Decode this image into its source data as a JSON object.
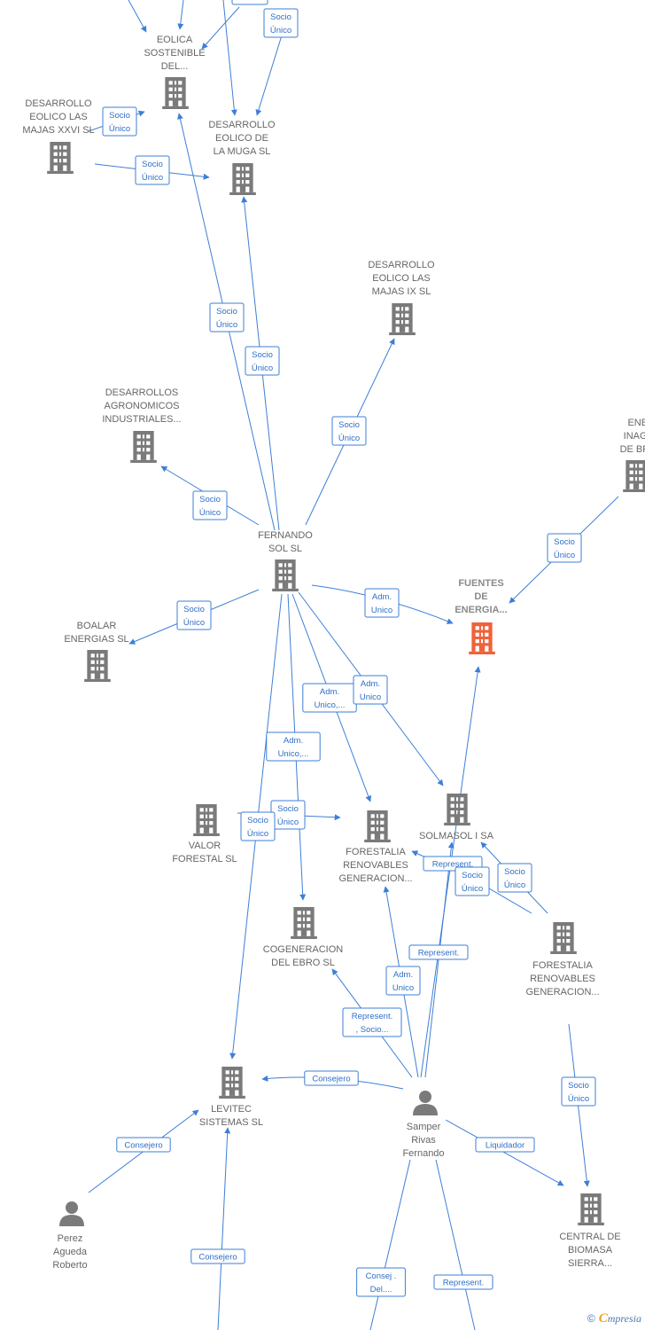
{
  "colors": {
    "edge": "#3d7fd6",
    "building": "#7a7a7a",
    "focus_building": "#f0623a",
    "person": "#7a7a7a"
  },
  "nodes": [
    {
      "id": "eolica-sostenible",
      "type": "company",
      "icon": "building-icon",
      "label_lines": [
        "EOLICA",
        "SOSTENIBLE",
        "DEL..."
      ]
    },
    {
      "id": "desarrollo-eolico-majas-xxvi",
      "type": "company",
      "icon": "building-icon",
      "label_lines": [
        "DESARROLLO",
        "EOLICO LAS",
        "MAJAS XXVI  SL"
      ]
    },
    {
      "id": "desarrollo-eolico-muga",
      "type": "company",
      "icon": "building-icon",
      "label_lines": [
        "DESARROLLO",
        "EOLICO DE",
        "LA MUGA SL"
      ]
    },
    {
      "id": "desarrollo-eolico-majas-ix",
      "type": "company",
      "icon": "building-icon",
      "label_lines": [
        "DESARROLLO",
        "EOLICO LAS",
        "MAJAS IX  SL"
      ]
    },
    {
      "id": "desarrollos-agronomicos",
      "type": "company",
      "icon": "building-icon",
      "label_lines": [
        "DESARROLLOS",
        "AGRONOMICOS",
        "INDUSTRIALES..."
      ]
    },
    {
      "id": "energias-inagotables",
      "type": "company",
      "icon": "building-icon",
      "label_lines": [
        "ENERG",
        "INAGOTA",
        "DE BREND"
      ]
    },
    {
      "id": "fernando-sol",
      "type": "company",
      "icon": "building-icon",
      "label_lines": [
        "FERNANDO",
        "SOL SL"
      ]
    },
    {
      "id": "fuentes-de-energia",
      "type": "company",
      "icon": "building-icon",
      "focus": true,
      "label_lines": [
        "FUENTES",
        "DE",
        "ENERGIA..."
      ]
    },
    {
      "id": "boalar-energias",
      "type": "company",
      "icon": "building-icon",
      "label_lines": [
        "BOALAR",
        "ENERGIAS  SL"
      ]
    },
    {
      "id": "valor-forestal",
      "type": "company",
      "icon": "building-icon",
      "label_lines": [
        "VALOR",
        "FORESTAL SL"
      ]
    },
    {
      "id": "forestalia-renovables-1",
      "type": "company",
      "icon": "building-icon",
      "label_lines": [
        "FORESTALIA",
        "RENOVABLES",
        "GENERACION..."
      ]
    },
    {
      "id": "solmasol",
      "type": "company",
      "icon": "building-icon",
      "label_lines": [
        "SOLMASOL I SA"
      ]
    },
    {
      "id": "forestalia-renovables-2",
      "type": "company",
      "icon": "building-icon",
      "label_lines": [
        "FORESTALIA",
        "RENOVABLES",
        "GENERACION..."
      ]
    },
    {
      "id": "cogeneracion-ebro",
      "type": "company",
      "icon": "building-icon",
      "label_lines": [
        "COGENERACION",
        "DEL EBRO  SL"
      ]
    },
    {
      "id": "levitec-sistemas",
      "type": "company",
      "icon": "building-icon",
      "label_lines": [
        "LEVITEC",
        "SISTEMAS  SL"
      ]
    },
    {
      "id": "samper-rivas",
      "type": "person",
      "icon": "person-icon",
      "label_lines": [
        "Samper",
        "Rivas",
        "Fernando"
      ]
    },
    {
      "id": "perez-agueda",
      "type": "person",
      "icon": "person-icon",
      "label_lines": [
        "Perez",
        "Agueda",
        "Roberto"
      ]
    },
    {
      "id": "central-biomasa",
      "type": "company",
      "icon": "building-icon",
      "label_lines": [
        "CENTRAL DE",
        "BIOMASA",
        "SIERRA..."
      ]
    }
  ],
  "edges": [
    {
      "id": "e1",
      "label_lines": [
        "Socio",
        "Único"
      ]
    },
    {
      "id": "e2",
      "label_lines": [
        "Socio",
        "Único"
      ]
    },
    {
      "id": "e3",
      "label_lines": [
        "Socio",
        "Único"
      ]
    },
    {
      "id": "e4",
      "label_lines": [
        "Socio",
        "Único"
      ]
    },
    {
      "id": "e5",
      "label_lines": [
        "Socio",
        "Único"
      ]
    },
    {
      "id": "e6",
      "label_lines": [
        "Socio",
        "Único"
      ]
    },
    {
      "id": "e7",
      "label_lines": [
        "Socio",
        "Único"
      ]
    },
    {
      "id": "e8",
      "label_lines": [
        "Socio",
        "Único"
      ]
    },
    {
      "id": "e9",
      "label_lines": [
        "Adm.",
        "Unico"
      ]
    },
    {
      "id": "e10",
      "label_lines": [
        "Socio",
        "Único"
      ]
    },
    {
      "id": "e11",
      "label_lines": [
        "Adm.",
        "Unico,..."
      ]
    },
    {
      "id": "e12",
      "label_lines": [
        "Adm.",
        "Unico"
      ]
    },
    {
      "id": "e13",
      "label_lines": [
        "Adm.",
        "Unico,..."
      ]
    },
    {
      "id": "e14",
      "label_lines": [
        "Socio",
        "Único"
      ]
    },
    {
      "id": "e15",
      "label_lines": [
        "Socio",
        "Único"
      ]
    },
    {
      "id": "e16",
      "label_lines": [
        "Represent."
      ]
    },
    {
      "id": "e17",
      "label_lines": [
        "Socio",
        "Único"
      ]
    },
    {
      "id": "e18",
      "label_lines": [
        "Socio",
        "Único"
      ]
    },
    {
      "id": "e19",
      "label_lines": [
        "Represent."
      ]
    },
    {
      "id": "e20",
      "label_lines": [
        "Adm.",
        "Unico"
      ]
    },
    {
      "id": "e21",
      "label_lines": [
        "Represent.",
        ", Socio..."
      ]
    },
    {
      "id": "e22",
      "label_lines": [
        "Consejero"
      ]
    },
    {
      "id": "e23",
      "label_lines": [
        "Socio",
        "Único"
      ]
    },
    {
      "id": "e24",
      "label_lines": [
        "Liquidador"
      ]
    },
    {
      "id": "e25",
      "label_lines": [
        "Consejero"
      ]
    },
    {
      "id": "e26",
      "label_lines": [
        "Consejero"
      ]
    },
    {
      "id": "e27",
      "label_lines": [
        "Consej .",
        "Del...."
      ]
    },
    {
      "id": "e28",
      "label_lines": [
        "Represent."
      ]
    }
  ],
  "watermark": {
    "copyright": "©",
    "brand_initial": "C",
    "brand_rest": "mpresia"
  }
}
